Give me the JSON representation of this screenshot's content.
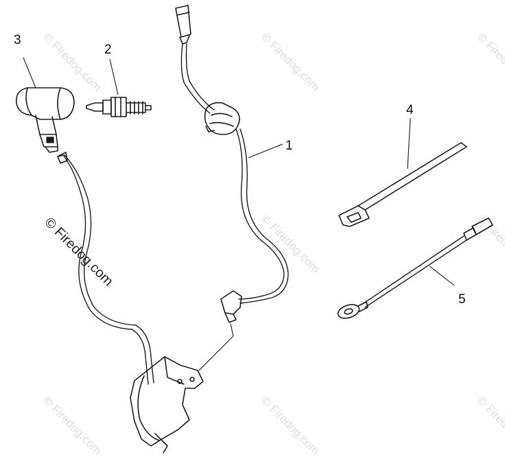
{
  "callouts": {
    "c1": "1",
    "c2": "2",
    "c3": "3",
    "c4": "4",
    "c5": "5"
  },
  "watermarks": {
    "main": "© Firedog.com",
    "faint": "© Firedog.com"
  },
  "colors": {
    "ink": "#1a1a1a",
    "watermark_faint": "#dcdcdc",
    "background": "#ffffff"
  }
}
